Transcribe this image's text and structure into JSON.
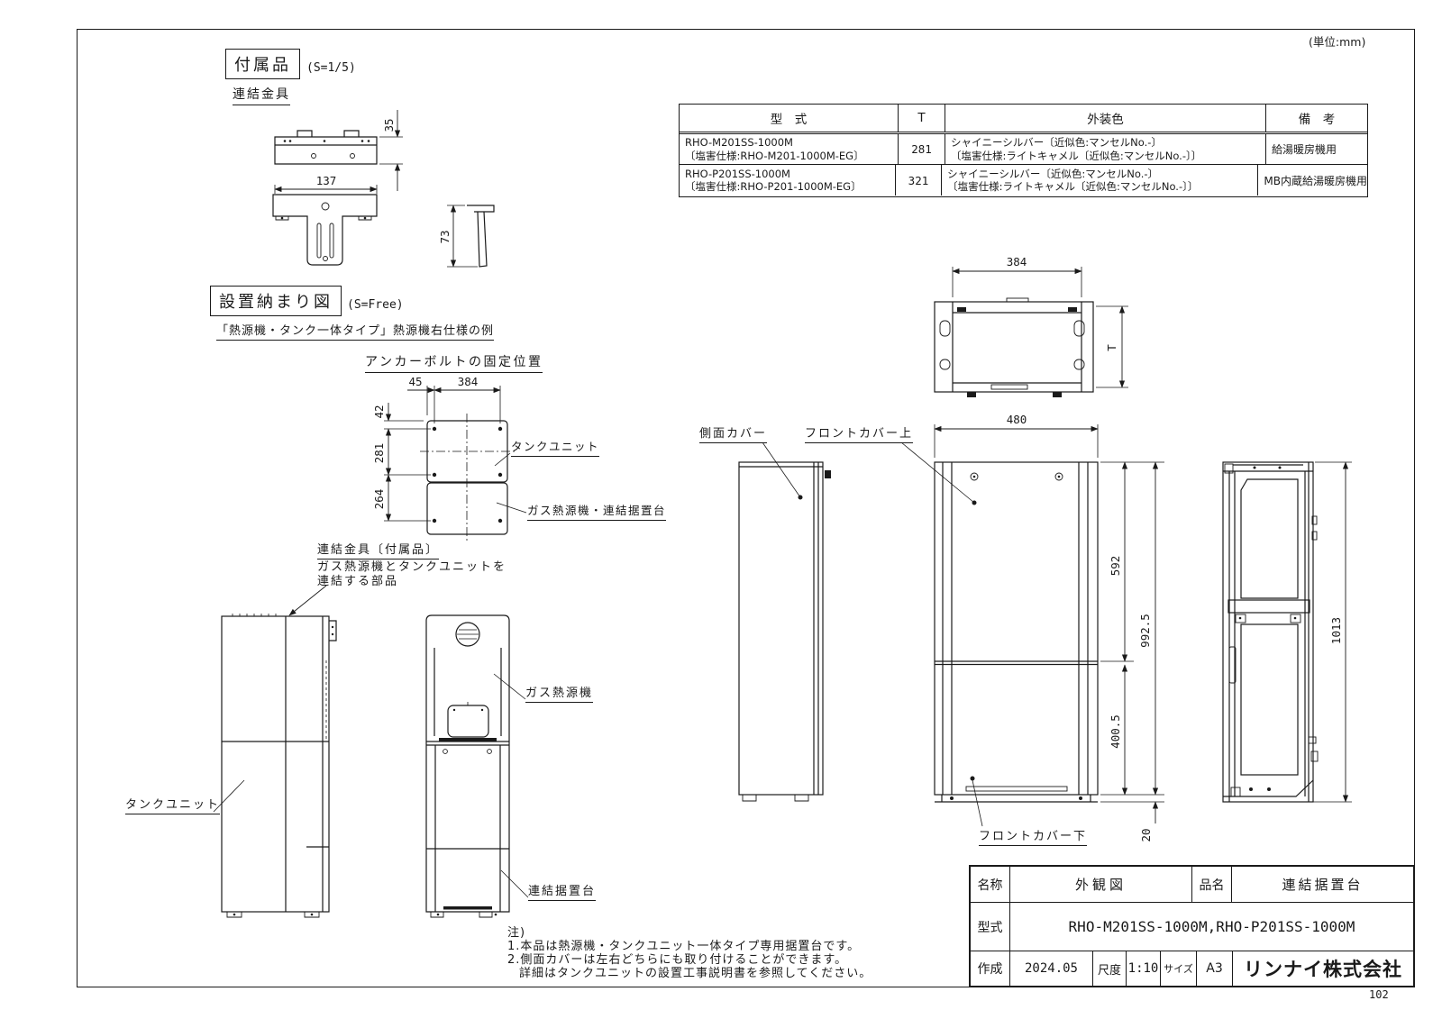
{
  "page": {
    "unit_note": "(単位:mm)",
    "page_number": "102"
  },
  "sections": {
    "accessory": {
      "title": "付属品",
      "scale": "(S=1/5)",
      "part": "連結金具"
    },
    "install": {
      "title": "設置納まり図",
      "scale": "(S=Free)",
      "subtitle": "「熱源機・タンク一体タイプ」熱源機右仕様の例",
      "anchor_title": "アンカーボルトの固定位置"
    }
  },
  "spec_table": {
    "headers": {
      "model": "型　式",
      "t": "T",
      "color": "外装色",
      "remark": "備　考"
    },
    "rows": [
      {
        "model1": "RHO-M201SS-1000M",
        "model2": "〔塩害仕様:RHO-M201-1000M-EG〕",
        "t": "281",
        "color1": "シャイニーシルバー〔近似色:マンセルNo.-〕",
        "color2": "〔塩害仕様:ライトキャメル〔近似色:マンセルNo.-〕〕",
        "remark": "給湯暖房機用"
      },
      {
        "model1": "RHO-P201SS-1000M",
        "model2": "〔塩害仕様:RHO-P201-1000M-EG〕",
        "t": "321",
        "color1": "シャイニーシルバー〔近似色:マンセルNo.-〕",
        "color2": "〔塩害仕様:ライトキャメル〔近似色:マンセルNo.-〕〕",
        "remark": "MB内蔵給湯暖房機用"
      }
    ]
  },
  "labels": {
    "bracket_title": "連結金具〔付属品〕",
    "bracket_desc1": "ガス熱源機とタンクユニットを",
    "bracket_desc2": "連結する部品",
    "anchor_tank": "タンクユニット",
    "anchor_gas_base": "ガス熱源機・連結据置台",
    "tank_unit": "タンクユニット",
    "gas_unit": "ガス熱源機",
    "base": "連結据置台",
    "side_cover": "側面カバー",
    "front_cover_top": "フロントカバー上",
    "front_cover_bottom": "フロントカバー下"
  },
  "dims": {
    "d35": "35",
    "d137": "137",
    "d73": "73",
    "d45": "45",
    "d384a": "384",
    "d42": "42",
    "d281": "281",
    "d264": "264",
    "d384b": "384",
    "dT": "T",
    "d480": "480",
    "d592": "592",
    "d9925": "992.5",
    "d4005": "400.5",
    "d20": "20",
    "d1013": "1013"
  },
  "notes": {
    "head": "注)",
    "n1": "1.本品は熱源機・タンクユニット一体タイプ専用据置台です。",
    "n2": "2.側面カバーは左右どちらにも取り付けることができます。",
    "n3": "詳細はタンクユニットの設置工事説明書を参照してください。"
  },
  "title_block": {
    "name_label": "名称",
    "name_value": "外観図",
    "product_label": "品名",
    "product_value": "連結据置台",
    "model_label": "型式",
    "model_value": "RHO-M201SS-1000M,RHO-P201SS-1000M",
    "created_label": "作成",
    "created_value": "2024.05",
    "scale_label": "尺度",
    "scale_value": "1:10",
    "size_label": "サイズ",
    "size_value": "A3",
    "company": "リンナイ株式会社"
  }
}
